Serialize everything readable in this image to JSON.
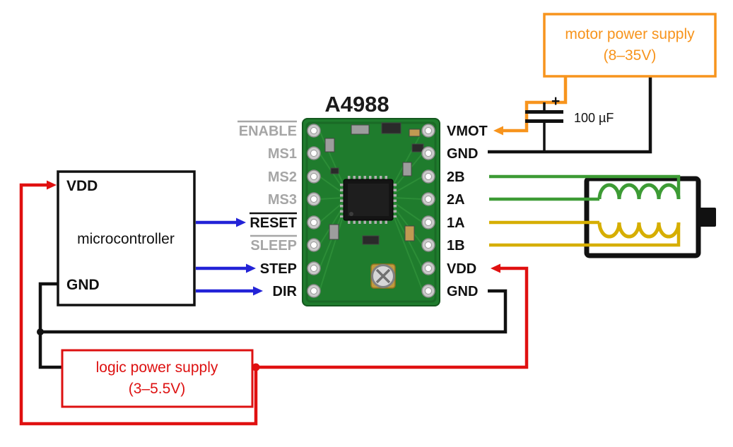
{
  "title": "A4988",
  "boxes": {
    "microcontroller": {
      "label": "microcontroller",
      "vdd": "VDD",
      "gnd": "GND"
    },
    "motor_supply": {
      "line1": "motor power supply",
      "line2": "(8–35V)"
    },
    "logic_supply": {
      "line1": "logic power supply",
      "line2": "(3–5.5V)"
    }
  },
  "capacitor": {
    "plus": "+",
    "value": "100 µF"
  },
  "pins": {
    "left": [
      {
        "label": "ENABLE",
        "color": "#a6a6a6",
        "active_low": true
      },
      {
        "label": "MS1",
        "color": "#a6a6a6",
        "active_low": false
      },
      {
        "label": "MS2",
        "color": "#a6a6a6",
        "active_low": false
      },
      {
        "label": "MS3",
        "color": "#a6a6a6",
        "active_low": false
      },
      {
        "label": "RESET",
        "color": "#111111",
        "active_low": true
      },
      {
        "label": "SLEEP",
        "color": "#a6a6a6",
        "active_low": true
      },
      {
        "label": "STEP",
        "color": "#111111",
        "active_low": false
      },
      {
        "label": "DIR",
        "color": "#111111",
        "active_low": false
      }
    ],
    "right": [
      {
        "label": "VMOT",
        "color": "#111111"
      },
      {
        "label": "GND",
        "color": "#111111"
      },
      {
        "label": "2B",
        "color": "#111111"
      },
      {
        "label": "2A",
        "color": "#111111"
      },
      {
        "label": "1A",
        "color": "#111111"
      },
      {
        "label": "1B",
        "color": "#111111"
      },
      {
        "label": "VDD",
        "color": "#111111"
      },
      {
        "label": "GND",
        "color": "#111111"
      }
    ]
  },
  "colors": {
    "motor_supply_accent": "#f7941d",
    "logic_supply_accent": "#dd1111",
    "signal_arrow": "#2323d7",
    "coil_b_wire": "#3d9b35",
    "coil_a_wire": "#d6ae00",
    "ground_wire": "#111111",
    "pcb_green": "#1f7c2d"
  }
}
